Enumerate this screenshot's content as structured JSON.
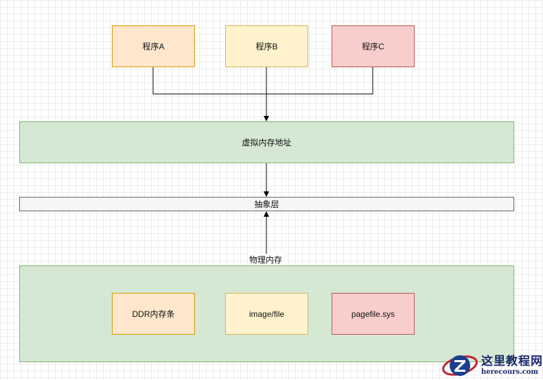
{
  "programs": [
    {
      "label": "程序A"
    },
    {
      "label": "程序B"
    },
    {
      "label": "程序C"
    }
  ],
  "virtual_memory": {
    "label": "虚拟内存地址"
  },
  "abstraction_layer": {
    "label": "抽象层"
  },
  "physical_memory": {
    "title": "物理内存",
    "items": [
      {
        "label": "DDR内存条"
      },
      {
        "label": "image/file"
      },
      {
        "label": "pagefile.sys"
      }
    ]
  },
  "watermark": {
    "name": "这里教程网",
    "url": "herecours.com"
  },
  "colors": {
    "orange_fill": "#ffe6cc",
    "yellow_fill": "#fff2cc",
    "red_fill": "#f8cecc",
    "green_fill": "#d5e8d4",
    "gray_fill": "#f5f5f5"
  }
}
